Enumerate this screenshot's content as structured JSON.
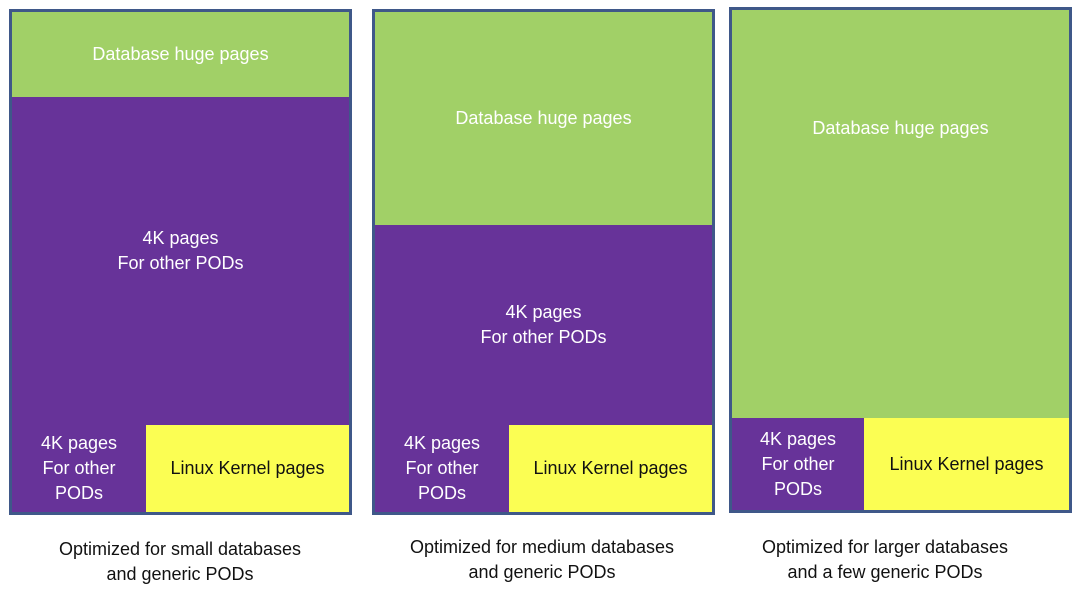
{
  "colors": {
    "huge_pages": "#a1d067",
    "small_pages": "#673399",
    "kernel_pages": "#fbfe53",
    "border": "#3f5889"
  },
  "panels": [
    {
      "huge": "Database huge pages",
      "pods": "4K pages\nFor other PODs",
      "pods_small": "4K pages\nFor other\nPODs",
      "kernel": "Linux Kernel pages",
      "caption": "Optimized for small databases\nand generic PODs"
    },
    {
      "huge": "Database huge pages",
      "pods": "4K pages\nFor other PODs",
      "pods_small": "4K pages\nFor other\nPODs",
      "kernel": "Linux Kernel pages",
      "caption": "Optimized for medium databases\nand generic PODs"
    },
    {
      "huge": "Database huge pages",
      "pods_small": "4K pages\nFor other\nPODs",
      "kernel": "Linux Kernel pages",
      "caption": "Optimized for larger databases\nand a few generic PODs"
    }
  ]
}
